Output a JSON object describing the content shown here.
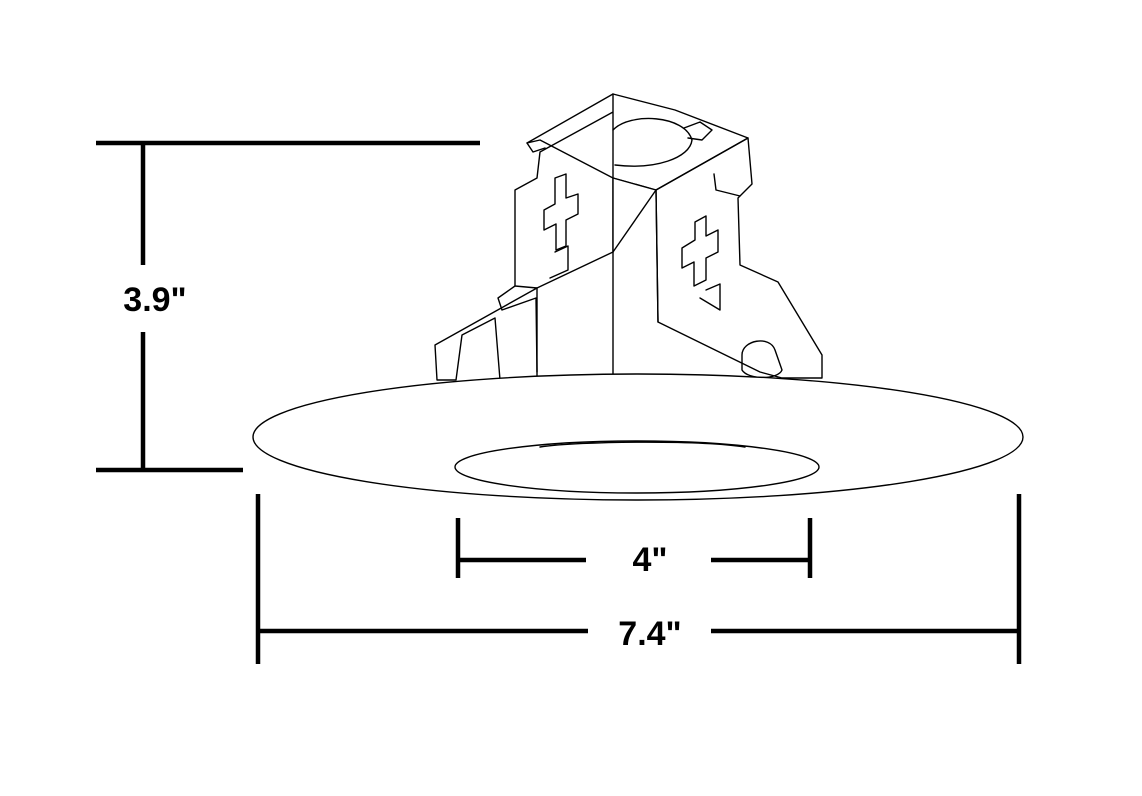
{
  "dimensions": {
    "height_label": "3.9\"",
    "inner_diameter_label": "4\"",
    "outer_diameter_label": "7.4\""
  },
  "colors": {
    "line": "#000000",
    "background": "#ffffff"
  }
}
